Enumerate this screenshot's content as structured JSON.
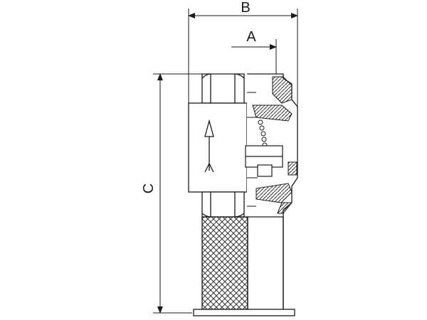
{
  "dimensions": {
    "width_outer": "B",
    "width_inner": "A",
    "height": "C"
  },
  "colors": {
    "line": "#1a1a1a",
    "hatch": "#333333",
    "background": "#ffffff"
  }
}
